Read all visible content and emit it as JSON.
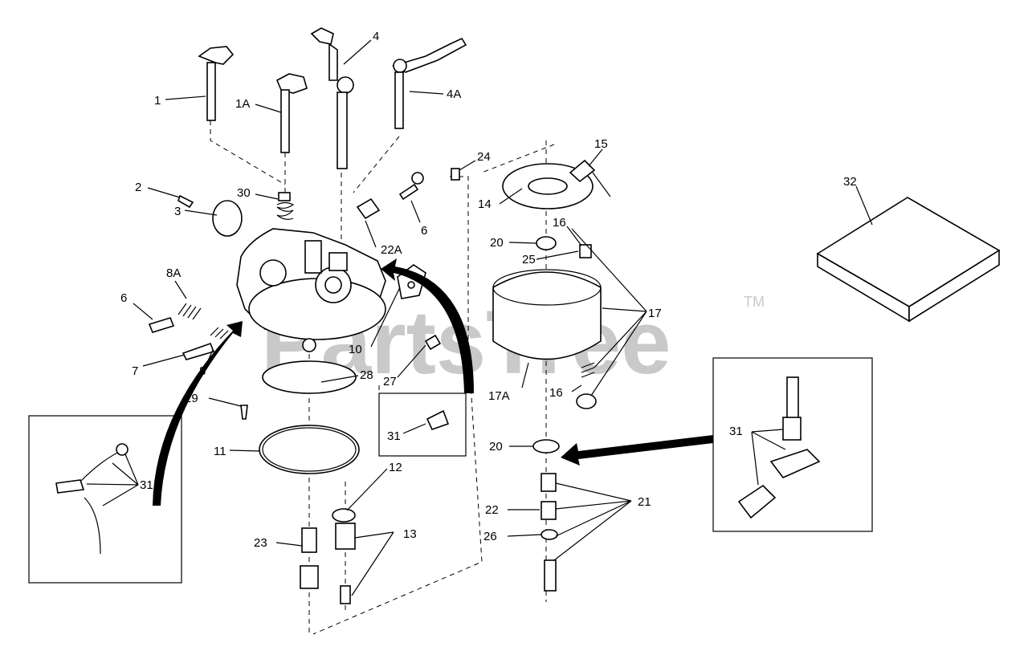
{
  "watermark": {
    "text": "PartsTree",
    "trademark": "TM"
  },
  "callouts": {
    "c1": "1",
    "c1a": "1A",
    "c4": "4",
    "c4a": "4A",
    "c2": "2",
    "c3": "3",
    "c30": "30",
    "c6a": "6",
    "c6b": "6",
    "c22a": "22A",
    "c8a": "8A",
    "c7": "7",
    "c8": "8",
    "c10": "10",
    "c27": "27",
    "c28": "28",
    "c29": "29",
    "c11": "11",
    "c12": "12",
    "c13": "13",
    "c23": "23",
    "c31a": "31",
    "c31b": "31",
    "c31c": "31",
    "c24": "24",
    "c15": "15",
    "c14": "14",
    "c16a": "16",
    "c16b": "16",
    "c20a": "20",
    "c20b": "20",
    "c25": "25",
    "c17": "17",
    "c17a": "17A",
    "c21": "21",
    "c22": "22",
    "c26": "26",
    "c32": "32"
  }
}
